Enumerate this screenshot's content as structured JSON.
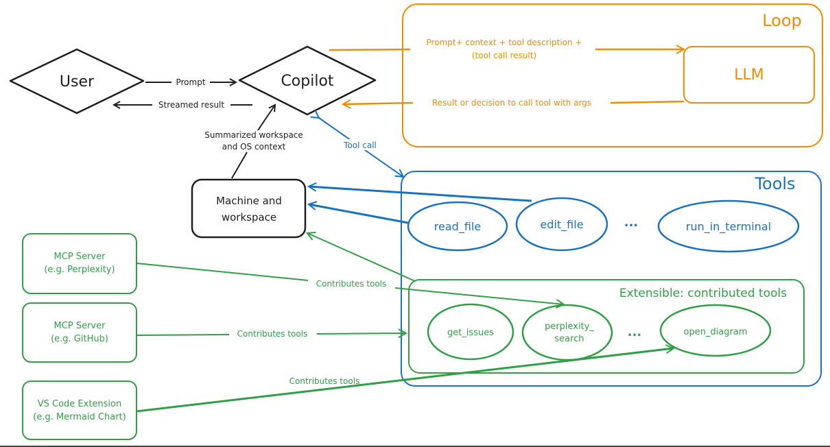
{
  "nodes": {
    "user": "User",
    "copilot": "Copilot",
    "llm": "LLM",
    "machine": [
      "Machine and",
      "workspace"
    ],
    "mcp_perplexity": [
      "MCP Server",
      "(e.g. Perplexity)"
    ],
    "mcp_github": [
      "MCP Server",
      "(e.g. GitHub)"
    ],
    "vscode_ext": [
      "VS Code Extension",
      "(e.g. Mermaid Chart)"
    ]
  },
  "groups": {
    "loop": "Loop",
    "tools": "Tools",
    "extensible": "Extensible: contributed tools"
  },
  "tools": {
    "read_file": "read_file",
    "edit_file": "edit_file",
    "ellipsis": "...",
    "run_in_terminal": "run_in_terminal"
  },
  "contributed_tools": {
    "get_issues": "get_issues",
    "perplexity_search": [
      "perplexity_",
      "search"
    ],
    "ellipsis": "...",
    "open_diagram": "open_diagram"
  },
  "edges": {
    "prompt": "Prompt",
    "streamed_result": "Streamed result",
    "context": [
      "Summarized workspace",
      "and OS context"
    ],
    "tool_call": "Tool call",
    "to_llm": [
      "Prompt+ context + tool description +",
      "(tool call result)"
    ],
    "from_llm": "Result or decision to call tool with args",
    "contributes_1": "Contributes tools",
    "contributes_2": "Contributes tools",
    "contributes_3": "Contributes tools"
  },
  "colors": {
    "black": "#1e1e1e",
    "orange": "#f08c00",
    "blue": "#1971c2",
    "green": "#2f9e44"
  }
}
